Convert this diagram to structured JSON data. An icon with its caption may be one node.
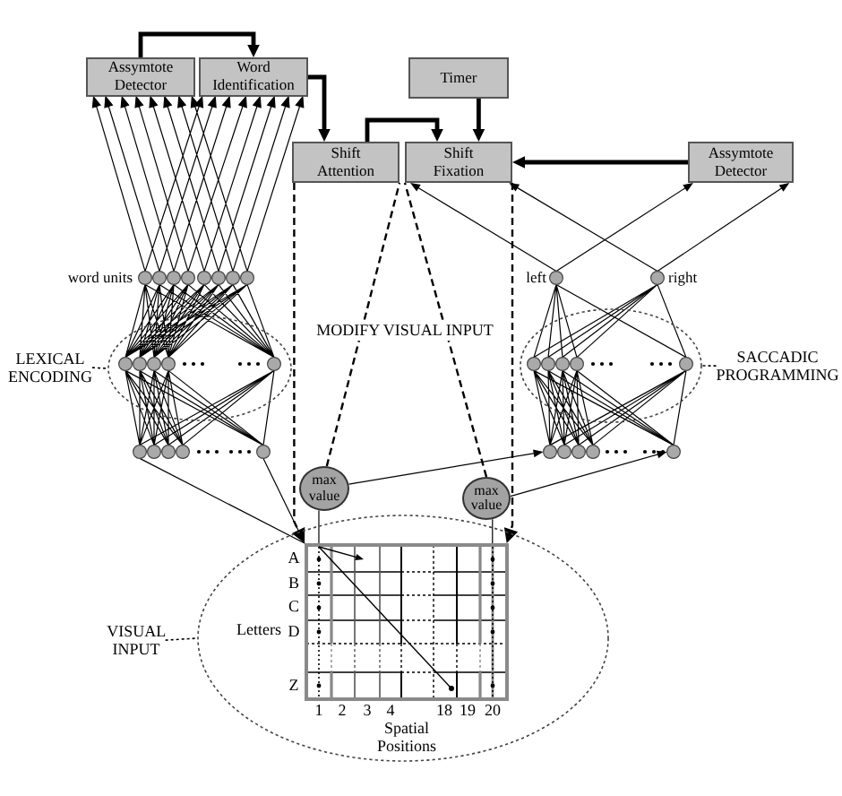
{
  "diagram": {
    "nodes": [
      {
        "text": [
          "Assymtote Detector"
        ]
      },
      {
        "text": [
          "Word Identification"
        ]
      },
      {
        "text": [
          "Timer"
        ]
      },
      {
        "text": [
          "Shift Attention"
        ]
      },
      {
        "text": [
          "Shift Fixation"
        ]
      },
      {
        "text": [
          "Assymtote Detector"
        ]
      },
      {
        "text": [],
        "shape": "circles",
        "beside": [
          "word units"
        ]
      },
      {
        "text": [],
        "shape": "circle",
        "beside": [
          "left"
        ]
      },
      {
        "text": [],
        "shape": "circle",
        "beside": [
          "right"
        ]
      },
      {
        "text": [
          "LEXICAL ENCODING"
        ]
      },
      {
        "text": [],
        "shape": "ellipse"
      },
      {
        "text": [],
        "shape": "circles",
        "in": 10
      },
      {
        "text": [],
        "shape": "ellipse"
      },
      {
        "text": [],
        "shape": "circles",
        "in": 12
      },
      {
        "text": [
          "SACCADIC PROGRAMMING"
        ]
      },
      {
        "text": [],
        "shape": "circles"
      },
      {
        "text": [],
        "shape": "circles"
      },
      {
        "text": [
          "max value"
        ]
      },
      {
        "text": [
          "max value"
        ]
      },
      {
        "text": [
          "VISUAL INPUT"
        ]
      },
      {
        "text": [],
        "shape": "ellipse"
      },
      {
        "text": [],
        "shape": "grid",
        "in": 20,
        "beside": [
          "A",
          "B",
          "C",
          "Letters",
          "D",
          "Z",
          "1",
          "2",
          "3",
          "4",
          "18",
          "19",
          "20",
          "Spatial Positions"
        ]
      }
    ],
    "edges": [
      {
        "from": 0,
        "to": 1,
        "arrow": "to",
        "style": "thick"
      },
      {
        "from": 1,
        "to": 3,
        "arrow": "to",
        "style": "thick"
      },
      {
        "from": 3,
        "to": 4,
        "arrow": "to",
        "style": "thick"
      },
      {
        "from": 2,
        "to": 4,
        "arrow": "to",
        "style": "thick"
      },
      {
        "from": 5,
        "to": 4,
        "arrow": "to",
        "style": "thick"
      },
      {
        "from": 6,
        "to": 0,
        "arrow": "to"
      },
      {
        "from": 6,
        "to": 1,
        "arrow": "to"
      },
      {
        "from": 7,
        "to": 4,
        "arrow": "to"
      },
      {
        "from": 8,
        "to": 4,
        "arrow": "to"
      },
      {
        "from": 7,
        "to": 5,
        "arrow": "to"
      },
      {
        "from": 8,
        "to": 5,
        "arrow": "to"
      },
      {
        "from": 11,
        "to": 6,
        "arrow": "none"
      },
      {
        "from": 15,
        "to": 11,
        "arrow": "none"
      },
      {
        "from": 13,
        "to": 7,
        "arrow": "none"
      },
      {
        "from": 13,
        "to": 8,
        "arrow": "none"
      },
      {
        "from": 16,
        "to": 13,
        "arrow": "none"
      },
      {
        "from": 17,
        "to": 16,
        "arrow": "to"
      },
      {
        "from": 18,
        "to": 16,
        "arrow": "to"
      },
      {
        "from": 3,
        "to": 21,
        "arrow": "to",
        "style": "dashed"
      },
      {
        "from": 4,
        "to": 21,
        "arrow": "to",
        "style": "dashed"
      },
      {
        "from": 17,
        "to": 3,
        "arrow": "none",
        "style": "dashed"
      },
      {
        "from": 18,
        "to": 4,
        "arrow": "none",
        "style": "dashed"
      },
      {
        "from": 21,
        "to": 15,
        "arrow": "none"
      },
      {
        "from": 21,
        "to": 17,
        "arrow": "none"
      },
      {
        "from": 21,
        "to": 18,
        "arrow": "none"
      },
      {
        "from": 9,
        "to": 10,
        "arrow": "none",
        "style": "dashed"
      },
      {
        "from": 14,
        "to": 12,
        "arrow": "none",
        "style": "dashed"
      },
      {
        "from": 19,
        "to": 20,
        "arrow": "none",
        "style": "dashed"
      }
    ],
    "labels": [
      "MODIFY VISUAL INPUT"
    ]
  }
}
